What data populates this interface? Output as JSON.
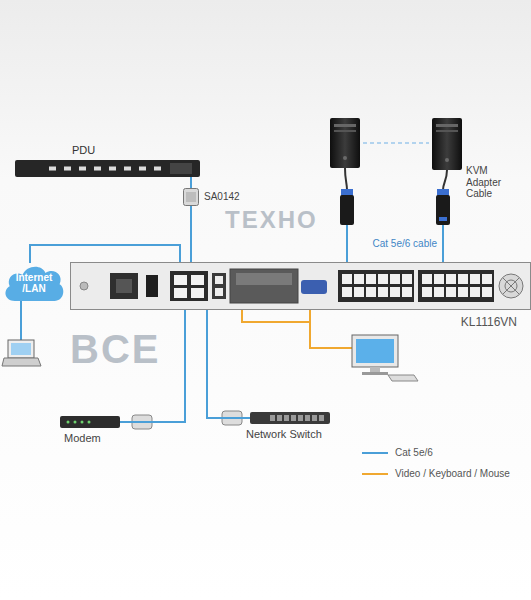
{
  "diagram": {
    "nodes": [
      {
        "text": [
          "PDU"
        ]
      },
      {
        "text": [
          "SA0142"
        ]
      },
      {
        "text": [
          "Internet /LAN"
        ]
      },
      {
        "text": [
          "KL1116VN"
        ]
      },
      {
        "text": [
          "KVM Adapter Cable"
        ]
      },
      {
        "text": [
          "Modem"
        ]
      },
      {
        "text": [
          "Network Switch"
        ]
      }
    ],
    "edges": [
      {
        "from": 1,
        "to": 0,
        "arrow": "none"
      },
      {
        "from": 1,
        "to": 3,
        "arrow": "none"
      },
      {
        "from": 2,
        "to": 3,
        "arrow": "none"
      },
      {
        "from": 5,
        "to": 3,
        "arrow": "none"
      },
      {
        "from": 6,
        "to": 3,
        "arrow": "none"
      },
      {
        "from": 4,
        "to": 3,
        "label": "Cat 5e/6 cable",
        "arrow": "none"
      }
    ],
    "labels": [
      "TEXHO",
      "BCE"
    ],
    "legend": [
      {
        "text": "Cat 5e/6"
      },
      {
        "text": "Video / Keyboard / Mouse"
      }
    ]
  }
}
